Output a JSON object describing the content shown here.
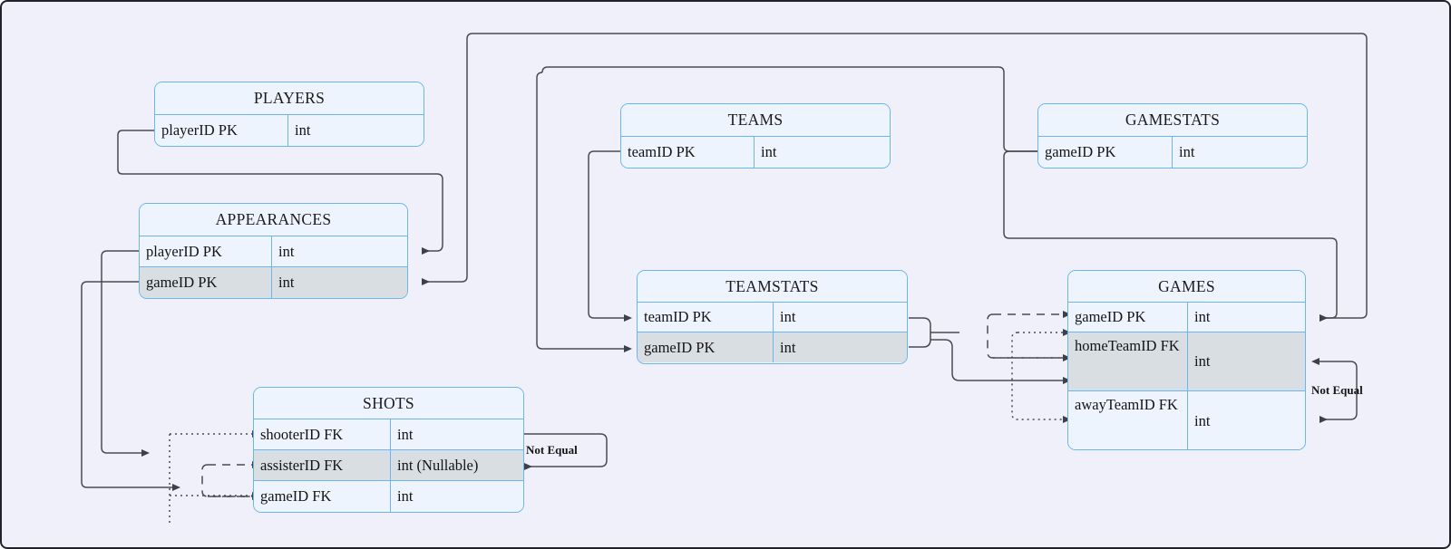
{
  "diagram": {
    "type": "er-diagram",
    "background_color": "#f0f0fa",
    "border_color": "#21232b",
    "entity_border_color": "#6cb6f0",
    "entity_header_color": "#eef4fd",
    "row_alt_color": "#d9dee3",
    "line_color": "#4a4a52"
  },
  "entities": [
    {
      "id": "players",
      "title": "PLAYERS",
      "rows": [
        {
          "name": "playerID PK",
          "type": "int",
          "shaded": false
        }
      ]
    },
    {
      "id": "appearances",
      "title": "APPEARANCES",
      "rows": [
        {
          "name": "playerID PK",
          "type": "int",
          "shaded": false
        },
        {
          "name": "gameID PK",
          "type": "int",
          "shaded": true
        }
      ]
    },
    {
      "id": "shots",
      "title": "SHOTS",
      "rows": [
        {
          "name": "shooterID FK",
          "type": "int",
          "shaded": false
        },
        {
          "name": "assisterID FK",
          "type": "int (Nullable)",
          "shaded": true
        },
        {
          "name": "gameID FK",
          "type": "int",
          "shaded": false
        }
      ]
    },
    {
      "id": "teams",
      "title": "TEAMS",
      "rows": [
        {
          "name": "teamID PK",
          "type": "int",
          "shaded": false
        }
      ]
    },
    {
      "id": "teamstats",
      "title": "TEAMSTATS",
      "rows": [
        {
          "name": "teamID PK",
          "type": "int",
          "shaded": false
        },
        {
          "name": "gameID PK",
          "type": "int",
          "shaded": true
        }
      ]
    },
    {
      "id": "gamestats",
      "title": "GAMESTATS",
      "rows": [
        {
          "name": "gameID PK",
          "type": "int",
          "shaded": false
        }
      ]
    },
    {
      "id": "games",
      "title": "GAMES",
      "rows": [
        {
          "name": "gameID PK",
          "type": "int",
          "shaded": false
        },
        {
          "name": "homeTeamID FK",
          "type": "int",
          "shaded": true
        },
        {
          "name": "awayTeamID FK",
          "type": "int",
          "shaded": false
        }
      ]
    }
  ],
  "annotations": [
    {
      "id": "not-equal-shots",
      "label": "Not Equal"
    },
    {
      "id": "not-equal-games",
      "label": "Not Equal"
    }
  ]
}
